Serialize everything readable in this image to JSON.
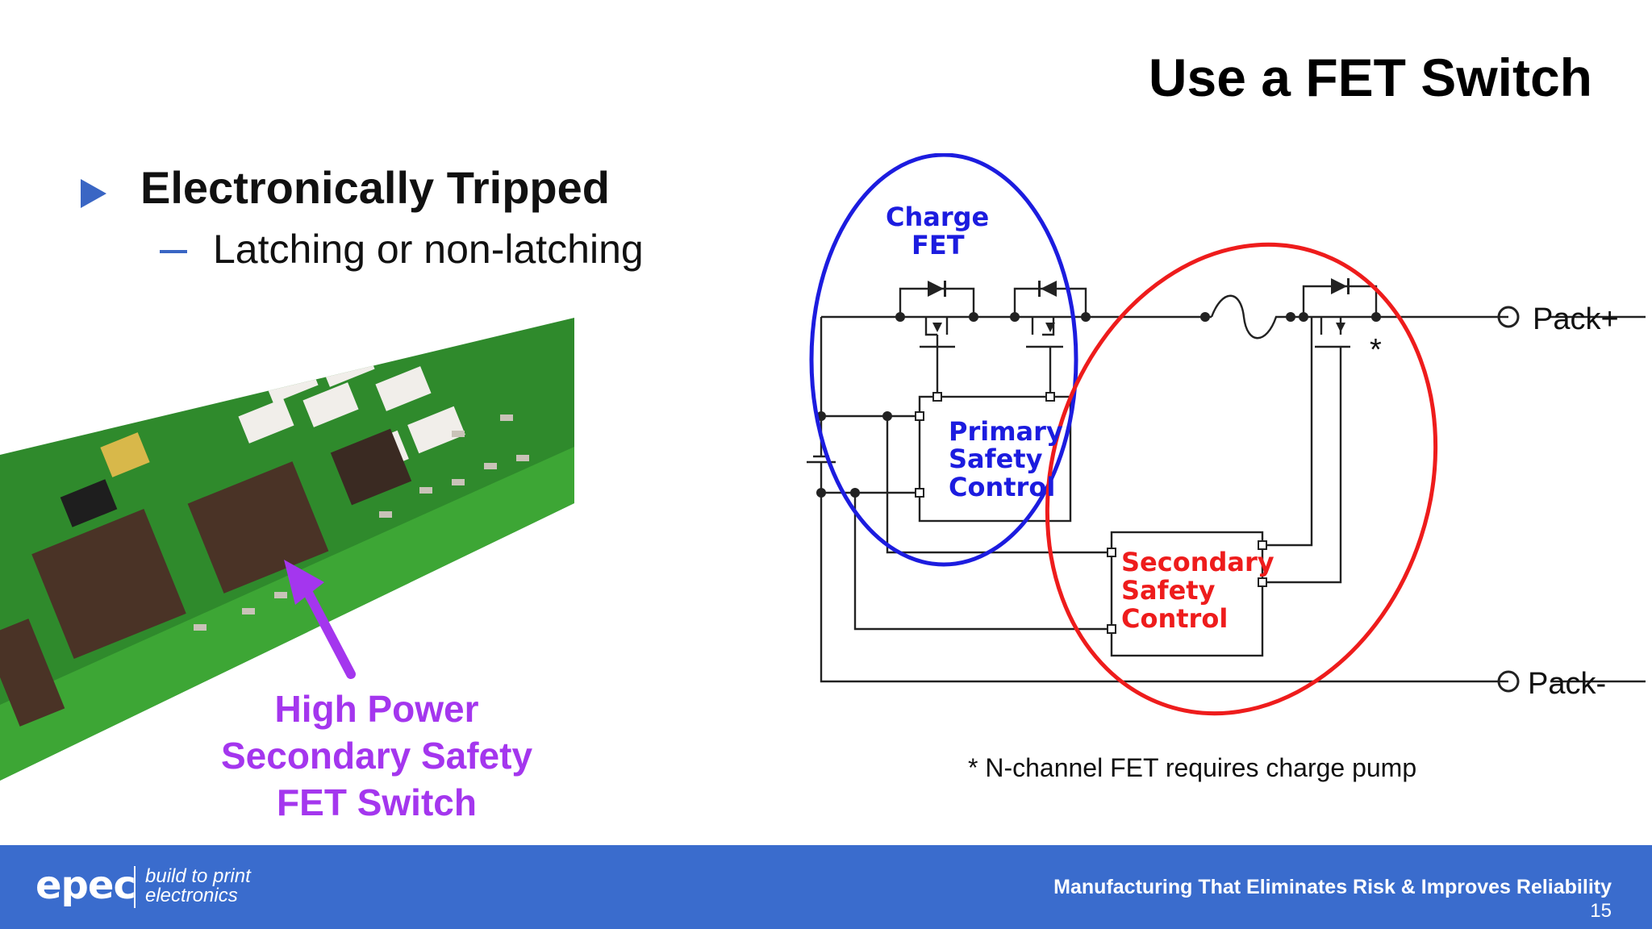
{
  "slide": {
    "title": "Use a FET Switch",
    "bullet": "Electronically Tripped",
    "sub_bullet": "Latching or non-latching"
  },
  "photo": {
    "caption_lines": [
      "High Power",
      "Secondary Safety",
      "FET Switch"
    ]
  },
  "schematic": {
    "charge_fet_label": [
      "Charge",
      "FET"
    ],
    "primary_label": [
      "Primary",
      "Safety",
      "Control"
    ],
    "secondary_label": [
      "Secondary",
      "Safety",
      "Control"
    ],
    "pack_plus": "Pack+",
    "pack_minus": "Pack-",
    "asterisk": "*",
    "footnote": "* N-channel FET requires charge pump"
  },
  "footer": {
    "logo": "epec",
    "tagline_line1": "build to print",
    "tagline_line2": "electronics",
    "text": "Manufacturing That Eliminates Risk & Improves Reliability",
    "page_number": "15"
  },
  "colors": {
    "accent_blue": "#3a66c4",
    "footer_blue": "#3a6ccd",
    "charge_fet_circle": "#1c1cdf",
    "secondary_circle": "#ee1c1c",
    "caption_purple": "#a436ee",
    "board_green": "#2f8a2c"
  },
  "icons": {
    "bullet": "triangle-bullet-icon",
    "sub_bullet": "dash-icon"
  }
}
